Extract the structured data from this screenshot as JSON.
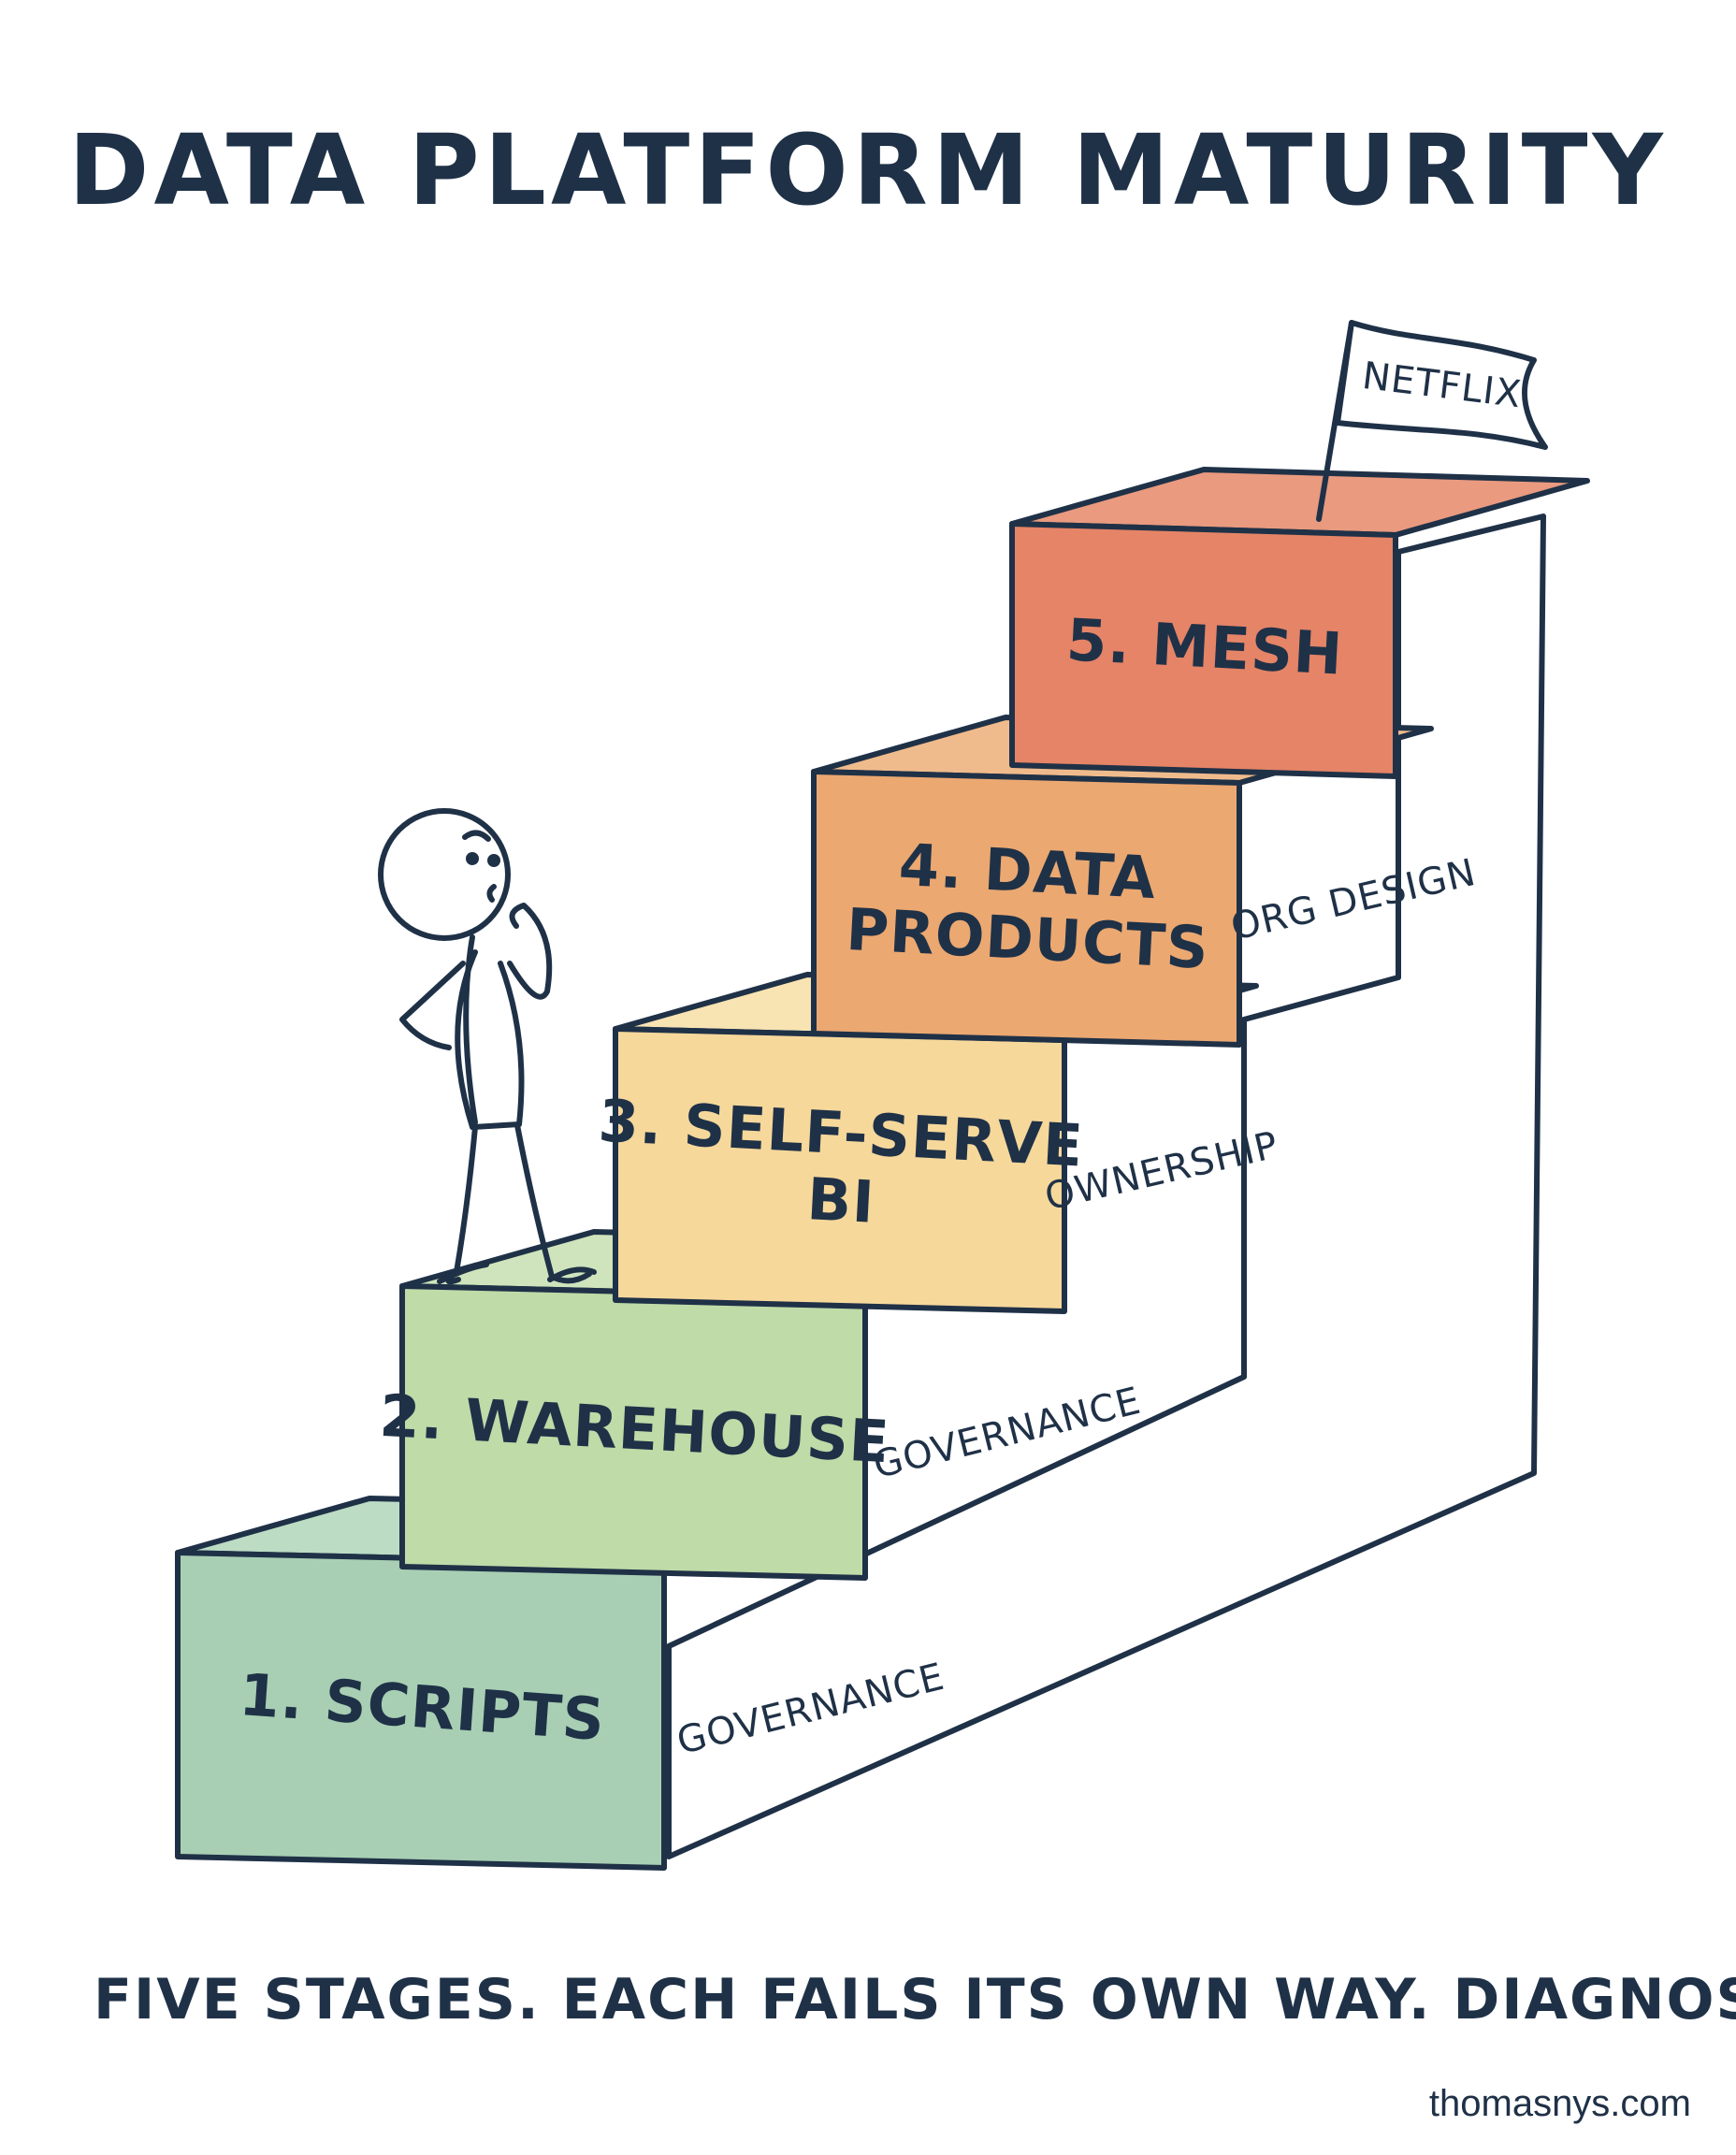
{
  "title": "DATA PLATFORM MATURITY",
  "steps": [
    {
      "label_lines": [
        "1. SCRIPTS"
      ],
      "color": "#a8cfb3",
      "top_color": "#bcdcc4"
    },
    {
      "label_lines": [
        "2. WAREHOUSE"
      ],
      "color": "#bedba8",
      "top_color": "#cfe4bc"
    },
    {
      "label_lines": [
        "3. SELF-SERVE",
        "BI"
      ],
      "color": "#f6d89b",
      "top_color": "#f8e3b3"
    },
    {
      "label_lines": [
        "4. DATA",
        "PRODUCTS"
      ],
      "color": "#eba871",
      "top_color": "#f0bb8c"
    },
    {
      "label_lines": [
        "5. MESH"
      ],
      "color": "#e58467",
      "top_color": "#e99a7f"
    }
  ],
  "riser_notes": [
    "GOVERNANCE",
    "GOVERNANCE",
    "OWNERSHIP",
    "ORG DESIGN"
  ],
  "flag": {
    "label": "NETFLIX"
  },
  "tagline": "FIVE STAGES. EACH FAILS ITS OWN WAY. DIAGNOSE YOURS.",
  "credit": "thomasnys.com"
}
